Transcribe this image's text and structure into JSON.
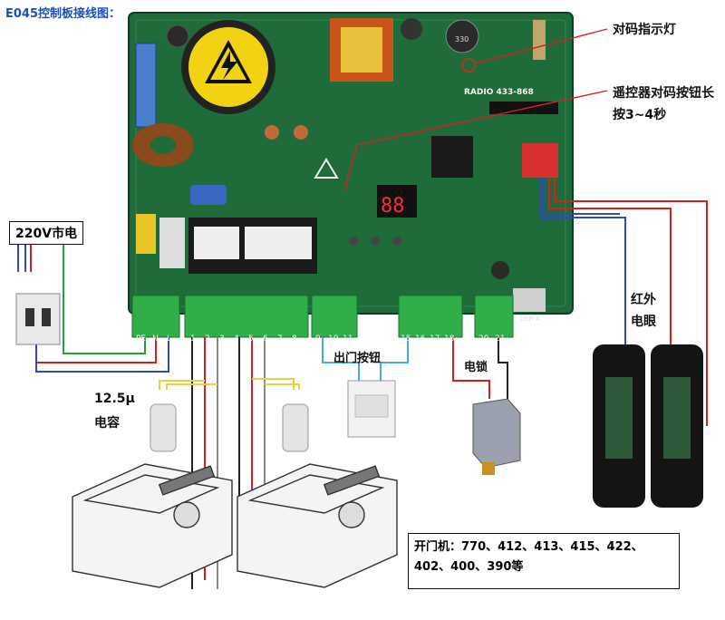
{
  "title": "E045控制板接线图：",
  "annotations": {
    "pairing_led": "对码指示灯",
    "remote_button_line1": "遥控器对码按钮长",
    "remote_button_line2": "按3~4秒",
    "mains": "220V市电",
    "exit_button": "出门按钮",
    "electric_lock": "电锁",
    "ir_line1": "红外",
    "ir_line2": "电眼",
    "capacitor_line1": "12.5μ",
    "capacitor_line2": "电容",
    "models_line1": "开门机：770、412、413、415、422、",
    "models_line2": "402、400、390等"
  },
  "board": {
    "radio_label": "RADIO 433-868",
    "display_digits": "88",
    "terminal_block_labels": [
      "PE",
      "N",
      "L"
    ],
    "motor_terminal_labels": [
      "1",
      "2",
      "3",
      "4",
      "5",
      "6",
      "7",
      "8"
    ],
    "button_terminal_labels": [
      "9",
      "10",
      "11"
    ],
    "io_terminal_labels": [
      "15",
      "16",
      "17",
      "18"
    ],
    "lock_terminal_labels": [
      "20",
      "21"
    ],
    "usb_label": "USB-A",
    "coil_label": "330"
  },
  "colors": {
    "pcb": "#1f6b3a",
    "pcb_dark": "#174f2b",
    "terminal": "#2fae4a",
    "wire_red": "#d42020",
    "wire_blue": "#2f48c8",
    "wire_green": "#2b9d3b",
    "wire_yellow": "#e8d23a",
    "wire_black": "#222222",
    "wire_gray": "#8a8a8a",
    "wire_lightblue": "#49a9d6"
  }
}
